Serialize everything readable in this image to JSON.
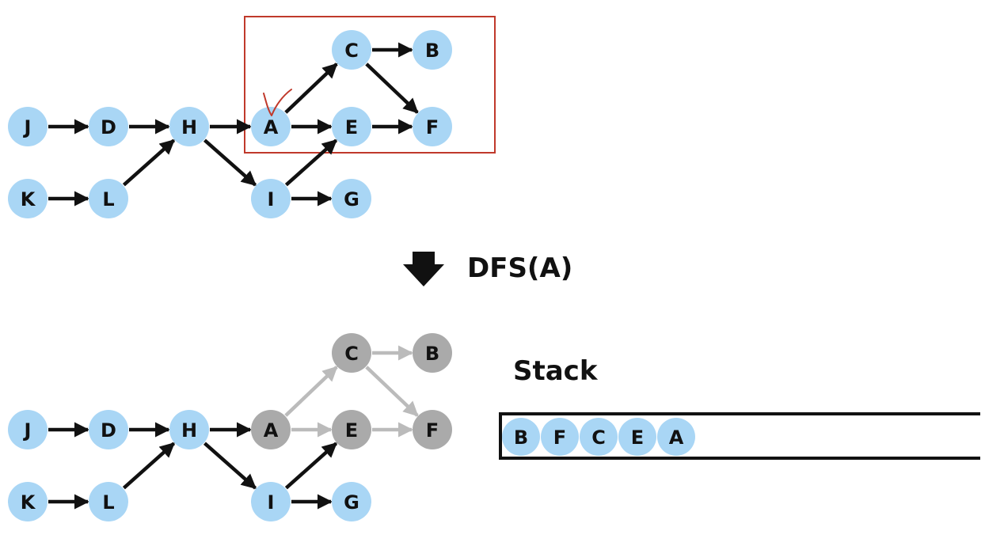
{
  "colors": {
    "node_active": "#a9d6f5",
    "node_visited": "#aaaaaa",
    "edge_active": "#111111",
    "edge_visited": "#bbbbbb",
    "highlight": "#c0392b",
    "text": "#111111"
  },
  "nodes": [
    "J",
    "D",
    "H",
    "A",
    "E",
    "F",
    "K",
    "L",
    "I",
    "G",
    "C",
    "B"
  ],
  "edges": [
    [
      "J",
      "D"
    ],
    [
      "D",
      "H"
    ],
    [
      "H",
      "A"
    ],
    [
      "A",
      "E"
    ],
    [
      "E",
      "F"
    ],
    [
      "K",
      "L"
    ],
    [
      "L",
      "H"
    ],
    [
      "H",
      "I"
    ],
    [
      "I",
      "E"
    ],
    [
      "I",
      "G"
    ],
    [
      "A",
      "C"
    ],
    [
      "C",
      "B"
    ],
    [
      "C",
      "F"
    ]
  ],
  "top_graph": {
    "highlighted_nodes": [
      "A",
      "E",
      "F",
      "C",
      "B"
    ],
    "checked_node": "A"
  },
  "transition": {
    "label": "DFS(A)",
    "icon": "down-arrow-icon"
  },
  "bottom_graph": {
    "visited_nodes": [
      "A",
      "E",
      "F",
      "C",
      "B"
    ]
  },
  "stack": {
    "title": "Stack",
    "items": [
      "B",
      "F",
      "C",
      "E",
      "A"
    ]
  }
}
